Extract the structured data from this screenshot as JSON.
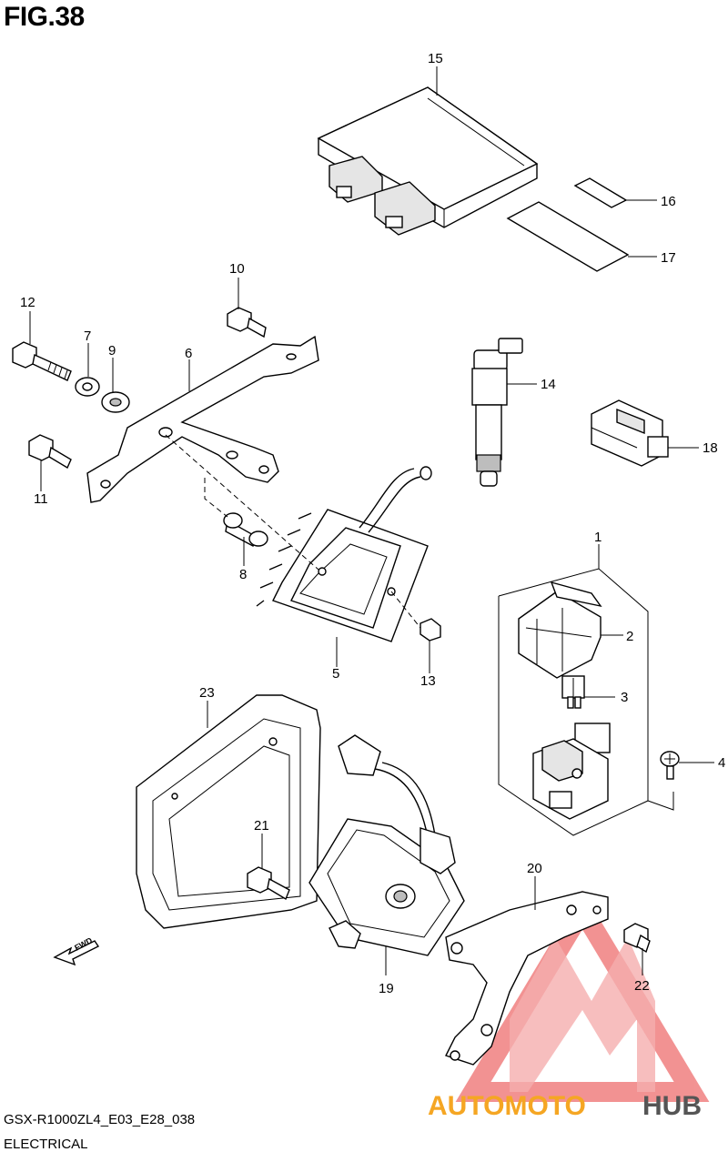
{
  "figure": {
    "title": "FIG.38",
    "model_code": "GSX-R1000ZL4_E03_E28_038",
    "section": "ELECTRICAL"
  },
  "direction_marker": "FWD",
  "watermark": {
    "text_primary": "AUTOMOTO",
    "text_secondary": "HUB",
    "color_primary": "#f5a623",
    "color_secondary": "#555555",
    "logo_color": "#f08080"
  },
  "callouts": [
    {
      "id": "c1",
      "label": "1"
    },
    {
      "id": "c2",
      "label": "2"
    },
    {
      "id": "c3",
      "label": "3"
    },
    {
      "id": "c4",
      "label": "4"
    },
    {
      "id": "c5",
      "label": "5"
    },
    {
      "id": "c6",
      "label": "6"
    },
    {
      "id": "c7",
      "label": "7"
    },
    {
      "id": "c8",
      "label": "8"
    },
    {
      "id": "c9",
      "label": "9"
    },
    {
      "id": "c10",
      "label": "10"
    },
    {
      "id": "c11",
      "label": "11"
    },
    {
      "id": "c12",
      "label": "12"
    },
    {
      "id": "c13",
      "label": "13"
    },
    {
      "id": "c14",
      "label": "14"
    },
    {
      "id": "c15",
      "label": "15"
    },
    {
      "id": "c16",
      "label": "16"
    },
    {
      "id": "c17",
      "label": "17"
    },
    {
      "id": "c18",
      "label": "18"
    },
    {
      "id": "c19",
      "label": "19"
    },
    {
      "id": "c20",
      "label": "20"
    },
    {
      "id": "c21",
      "label": "21"
    },
    {
      "id": "c22",
      "label": "22"
    },
    {
      "id": "c23",
      "label": "23"
    }
  ]
}
